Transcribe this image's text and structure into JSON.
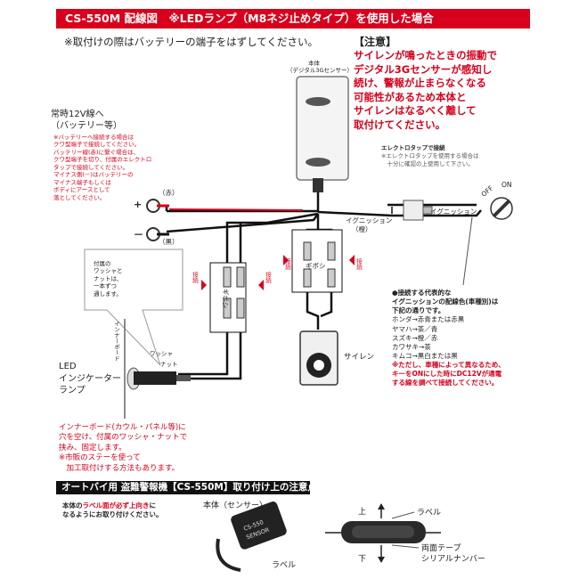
{
  "title": "CS-550M 配線図　※LEDランプ（M8ネジ止めタイプ）を使用した場合",
  "remove_note": "※取付けの際はバッテリーの端子をはずしてください。",
  "warning": {
    "heading": "【注意】",
    "lines": [
      "サイレンが鳴ったときの振動で",
      "デジタル3Gセンサーが感知し",
      "続け、警報が止まらなくなる",
      "可能性があるため本体と",
      "サイレンはなるべく離して",
      "取付けてください。"
    ]
  },
  "sensor": {
    "label_line1": "本体",
    "label_line2": "（デジタル3Gセンサー）"
  },
  "power": {
    "label_line1": "常時12V線へ",
    "label_line2": "（バッテリー等）",
    "notes": [
      "※バッテリーへ接続する場合は",
      "クワ型端子で接続してください。",
      "バッテリー線(赤)に繋ぐ場合は、",
      "クワ型端子を切り、付属のエレクトロ",
      "タップで接続してください。",
      "マイナス側(－)はバッテリーの",
      "マイナス端子もしくは",
      "ボディにアースとして",
      "落としてください。"
    ],
    "red_label": "（赤）",
    "black_label": "（黒）",
    "plus": "+",
    "minus": "－"
  },
  "electrotap": {
    "title": "エレクトロタップで接続",
    "note_line1": "※エレクトロタップを使用する場合は",
    "note_line2": "　十分に確認の上使用して下さい。"
  },
  "ignition": {
    "wire_label": "イグニッション",
    "wire_color": "（橙）",
    "switch_label": "イグニッション",
    "off": "OFF",
    "on": "ON"
  },
  "gibosi": "ギボシ",
  "arrow_word": "接続",
  "washer_note": [
    "付属の",
    "ワッシャと",
    "ナットは、",
    "一本ずつ",
    "通します。"
  ],
  "led": {
    "label": [
      "LED",
      "インジケーター",
      "ランプ"
    ],
    "inner_board": "インナーボード",
    "washer": "ワッシャ",
    "nut": "ナット"
  },
  "siren_label": "サイレン",
  "wiring_colors": {
    "heading1": "●接続する代表的な",
    "heading2": "イグニッションの配線色(車種別)は",
    "heading3": "下記の通りです。",
    "items": [
      "ホンダ→赤青または赤黒",
      "ヤマハ→茶／青",
      "スズキ→橙／赤",
      "カワサキ→茶",
      "キムコ→黒白または黒"
    ],
    "caution": [
      "※ただし、車種によって異なるため、",
      "キーをONにした時にDC12Vが通電",
      "する線を調べて接続してください。"
    ]
  },
  "mount_note": [
    "インナーボード(カウル・パネル等)に",
    "穴を空け、付属のワッシャ・ナットで",
    "挟み、固定します。",
    "※市販のステーを使って",
    "　加工取付けする方法もあります。"
  ],
  "section2": {
    "title": "オートバイ用 盗難警報機【CS-550M】取り付け上の注意点",
    "note_a": "本体の",
    "note_b": "ラベル面が必ず上向き",
    "note_c": "に",
    "note_d": "なるようにお取り付けください。",
    "body_label": "本体（センサー）",
    "label_a": "ラベル",
    "up": "上",
    "down": "下",
    "label_b": "ラベル",
    "tape": "両面テープ",
    "serial": "シリアルナンバー",
    "unit_text_1": "CS-550",
    "unit_text_2": "SENSOR"
  },
  "colors": {
    "accent": "#d8001c",
    "wire": "#111111"
  }
}
